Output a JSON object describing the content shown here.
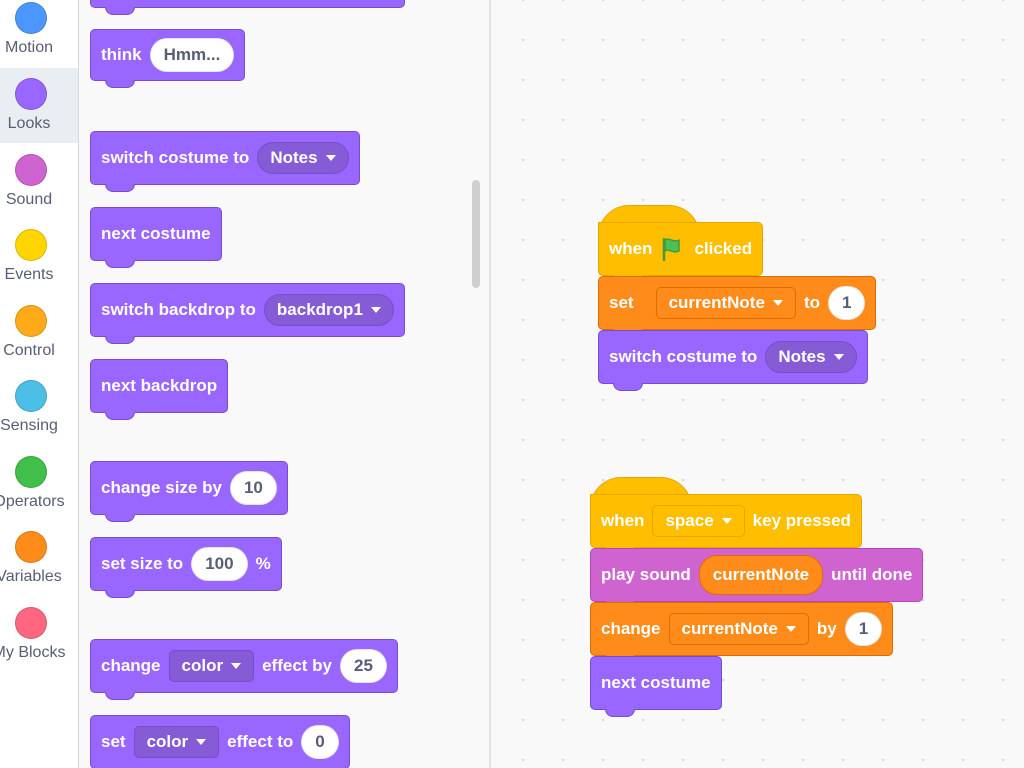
{
  "categories": [
    {
      "label": "Motion",
      "color": "#4c97ff",
      "selected": false
    },
    {
      "label": "Looks",
      "color": "#9966ff",
      "selected": true
    },
    {
      "label": "Sound",
      "color": "#cf63cf",
      "selected": false
    },
    {
      "label": "Events",
      "color": "#ffd500",
      "selected": false
    },
    {
      "label": "Control",
      "color": "#ffab19",
      "selected": false
    },
    {
      "label": "Sensing",
      "color": "#4cbfe6",
      "selected": false
    },
    {
      "label": "Operators",
      "color": "#40bf4a",
      "selected": false
    },
    {
      "label": "Variables",
      "color": "#ff8c1a",
      "selected": false
    },
    {
      "label": "My Blocks",
      "color": "#ff6680",
      "selected": false
    }
  ],
  "palette": {
    "think": {
      "label": "think",
      "value": "Hmm..."
    },
    "switch_costume": {
      "label": "switch costume to",
      "value": "Notes"
    },
    "next_costume": {
      "label": "next costume"
    },
    "switch_backdrop": {
      "label": "switch backdrop to",
      "value": "backdrop1"
    },
    "next_backdrop": {
      "label": "next backdrop"
    },
    "change_size": {
      "label": "change size by",
      "value": "10"
    },
    "set_size": {
      "label": "set size to",
      "value": "100",
      "suffix": "%"
    },
    "change_effect": {
      "label": "change",
      "effect": "color",
      "label2": "effect by",
      "value": "25"
    },
    "set_effect": {
      "label": "set",
      "effect": "color",
      "label2": "effect to",
      "value": "0"
    }
  },
  "script1": {
    "hat": {
      "label": "when",
      "label2": "clicked",
      "icon": "green-flag-icon"
    },
    "set_var": {
      "label": "set",
      "var": "currentNote",
      "label2": "to",
      "value": "1"
    },
    "switch_costume": {
      "label": "switch costume to",
      "value": "Notes"
    }
  },
  "script2": {
    "hat": {
      "label": "when",
      "key": "space",
      "label2": "key pressed"
    },
    "play_sound": {
      "label": "play sound",
      "var": "currentNote",
      "label2": "until done"
    },
    "change_var": {
      "label": "change",
      "var": "currentNote",
      "label2": "by",
      "value": "1"
    },
    "next_costume": {
      "label": "next costume"
    }
  }
}
